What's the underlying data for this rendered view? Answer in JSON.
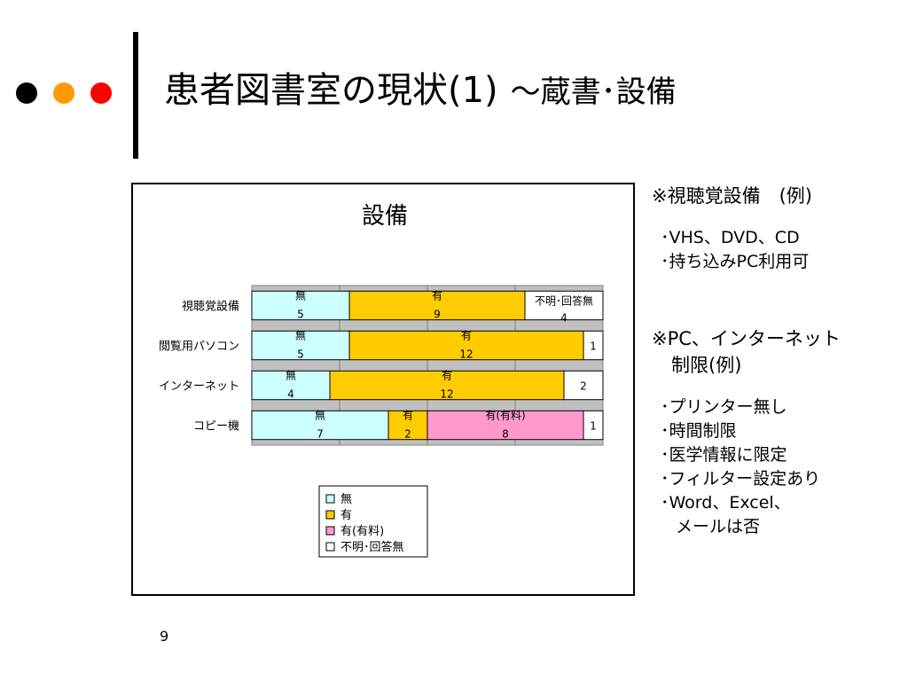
{
  "slide": {
    "title": "患者図書室の現状(1)",
    "subtitle": "～蔵書･設備",
    "page_number": "9",
    "bullet_colors": [
      "#000000",
      "#ff9900",
      "#ff0000"
    ]
  },
  "notes": {
    "av_heading": "※視聴覚設備　(例)",
    "av_items": [
      "･VHS、DVD、CD",
      "･持ち込みPC利用可"
    ],
    "pc_heading_1": "※PC、インターネット",
    "pc_heading_2": "制限(例)",
    "pc_items": [
      "･プリンター無し",
      "･時間制限",
      "･医学情報に限定",
      "･フィルター設定あり",
      "･Word、Excel、"
    ],
    "pc_items_cont": "メールは否"
  },
  "chart_data": {
    "type": "bar",
    "orientation": "horizontal",
    "stacked": true,
    "title": "設備",
    "categories": [
      "視聴覚設備",
      "閲覧用パソコン",
      "インターネット",
      "コピー機"
    ],
    "series": [
      {
        "name": "無",
        "color": "#ccffff",
        "values": [
          5,
          5,
          4,
          7
        ]
      },
      {
        "name": "有",
        "color": "#ffcc00",
        "values": [
          9,
          12,
          12,
          2
        ]
      },
      {
        "name": "有(有料)",
        "color": "#ff99cc",
        "values": [
          0,
          0,
          0,
          8
        ]
      },
      {
        "name": "不明･回答無",
        "color": "#ffffff",
        "values": [
          4,
          1,
          2,
          1
        ]
      }
    ],
    "grid": true,
    "plot_background": "#c0c0c0",
    "legend": "bottom-center"
  }
}
